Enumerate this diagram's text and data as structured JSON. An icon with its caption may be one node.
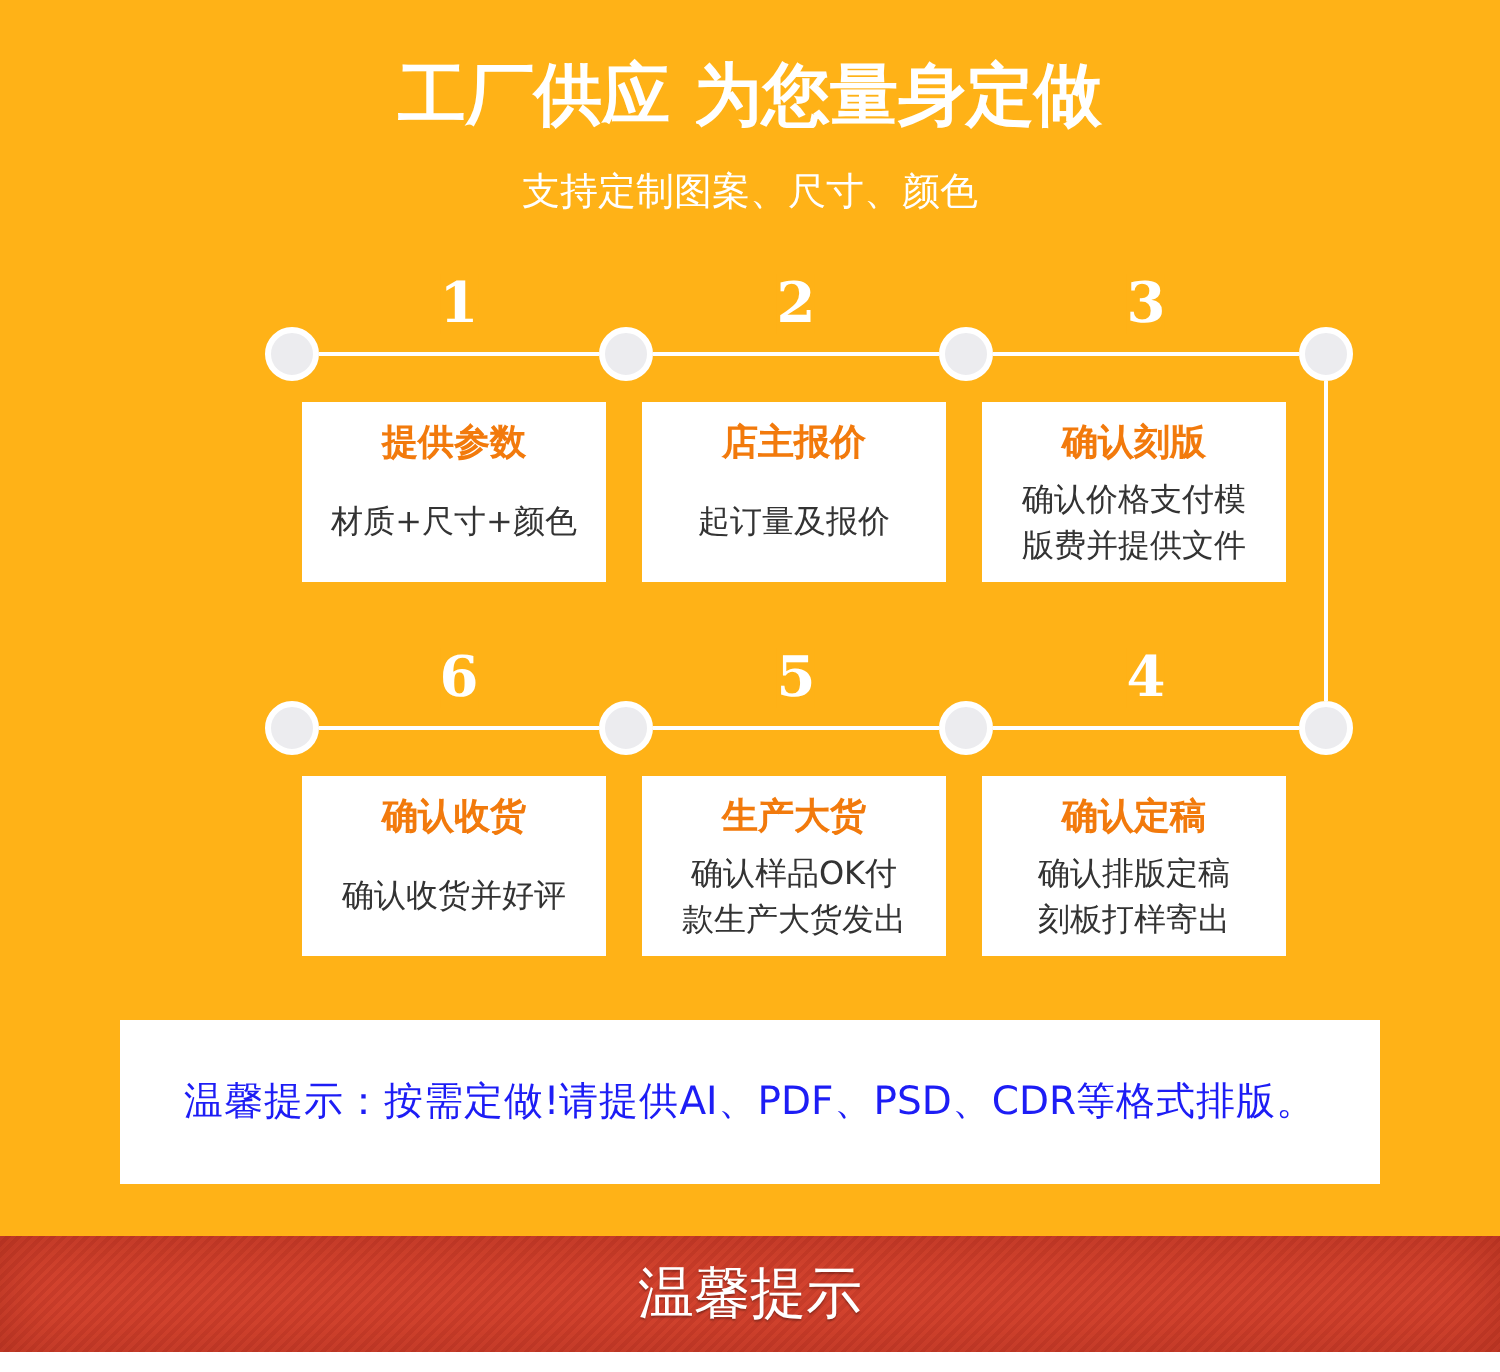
{
  "diagram": {
    "title": "工厂供应 为您量身定做",
    "nodes": [
      {
        "text": [],
        "shape": "circle"
      },
      {
        "text": [],
        "shape": "circle"
      },
      {
        "text": [],
        "shape": "circle"
      },
      {
        "text": [],
        "shape": "circle"
      },
      {
        "text": [
          "提供参数",
          "材质+尺寸+颜色"
        ]
      },
      {
        "text": [
          "店主报价",
          "起订量及报价"
        ]
      },
      {
        "text": [
          "确认刻版",
          "确认价格支付模版费并提供文件"
        ]
      },
      {
        "text": [],
        "shape": "circle"
      },
      {
        "text": [],
        "shape": "circle"
      },
      {
        "text": [],
        "shape": "circle"
      },
      {
        "text": [],
        "shape": "circle"
      },
      {
        "text": [
          "确认收货",
          "确认收货并好评"
        ]
      },
      {
        "text": [
          "生产大货",
          "确认样品OK付款生产大货发出"
        ]
      },
      {
        "text": [
          "确认定稿",
          "确认排版定稿刻板打样寄出"
        ]
      },
      {
        "text": [
          "温馨提示：按需定做!请提供AI、PDF、PSD、CDR等格式排版。"
        ]
      },
      {
        "text": [
          "温馨提示"
        ]
      }
    ],
    "edges": [
      {
        "from": 0,
        "to": 1,
        "arrow": "none",
        "label": "1"
      },
      {
        "from": 1,
        "to": 2,
        "arrow": "none",
        "label": "2"
      },
      {
        "from": 2,
        "to": 3,
        "arrow": "none",
        "label": "3"
      },
      {
        "from": 3,
        "to": 10,
        "arrow": "none"
      },
      {
        "from": 10,
        "to": 9,
        "arrow": "none",
        "label": "4"
      },
      {
        "from": 9,
        "to": 8,
        "arrow": "none",
        "label": "5"
      },
      {
        "from": 8,
        "to": 7,
        "arrow": "none",
        "label": "6"
      }
    ],
    "labels": [
      "支持定制图案、尺寸、颜色"
    ]
  }
}
